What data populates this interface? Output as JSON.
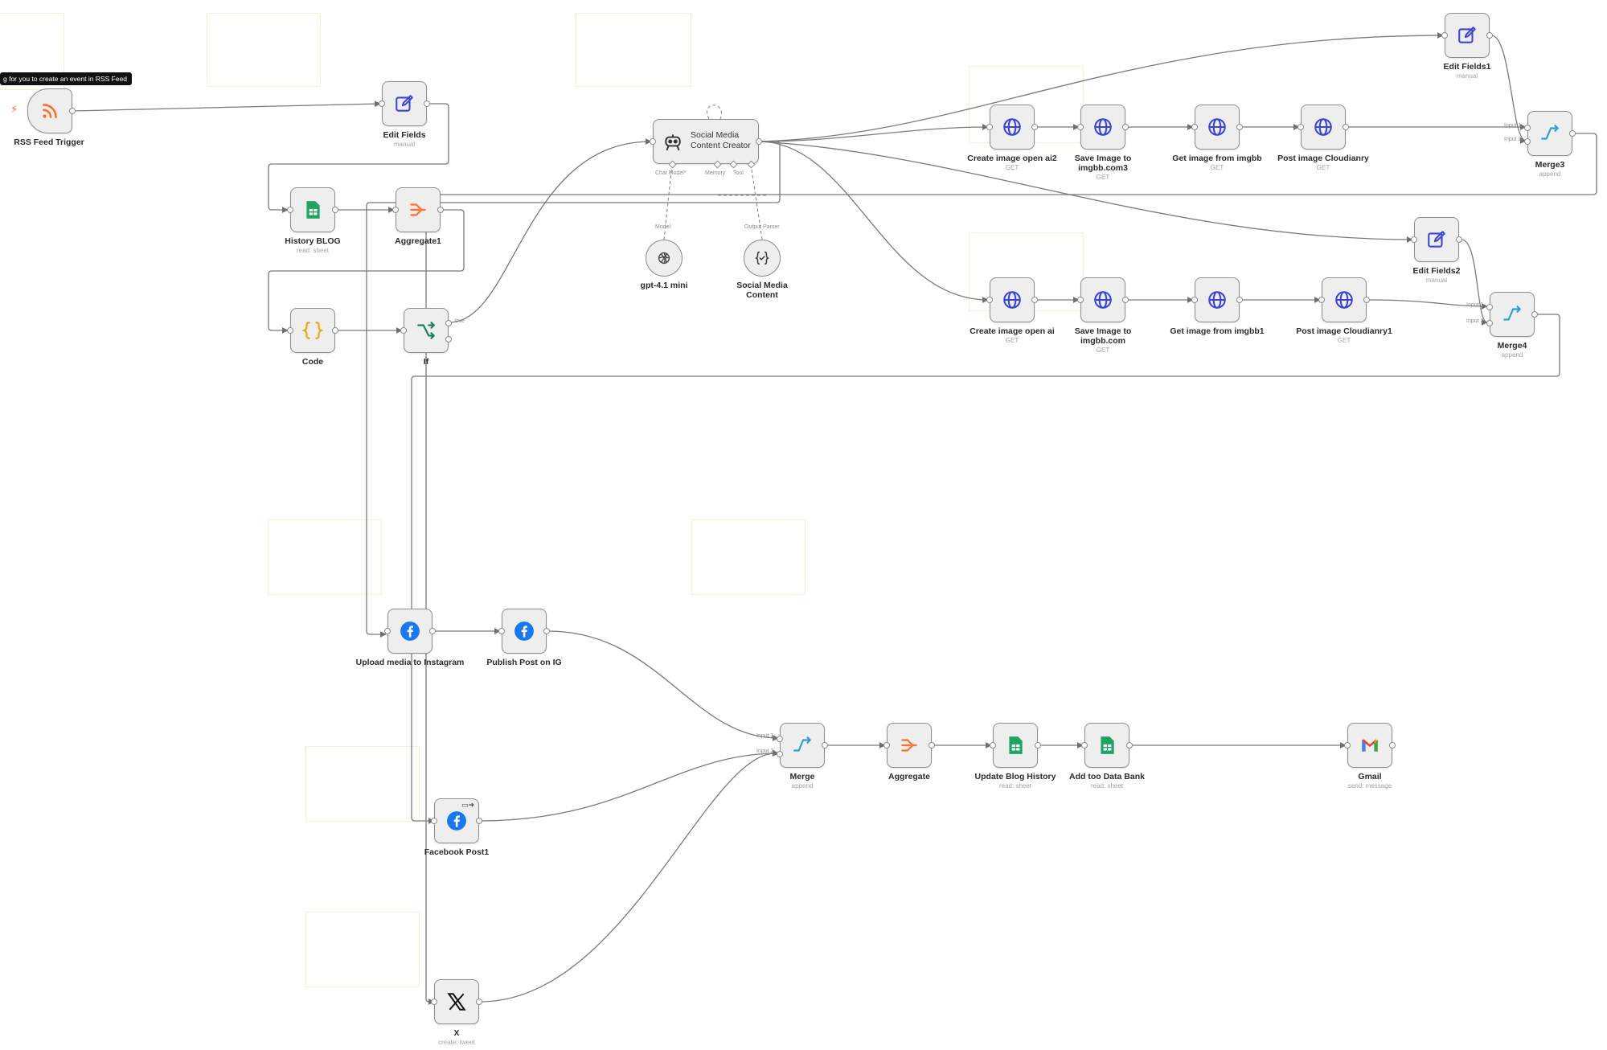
{
  "tooltip": "g for you to create an event in RSS Feed",
  "colors": {
    "rss": "#ff6d2d",
    "form": "#3a44d9",
    "sheet": "#20a464",
    "merge": "#2da0c9",
    "aggregate": "#ff6d2d",
    "code": "#f0a318",
    "if": "#18805a",
    "http": "#3a44d9",
    "facebook": "#1877f2"
  },
  "nodes": {
    "rss_trigger": {
      "label": "RSS Feed Trigger",
      "sub": "",
      "icon": "rss-icon"
    },
    "edit_fields": {
      "label": "Edit Fields",
      "sub": "manual",
      "icon": "pencil-icon"
    },
    "history_blog": {
      "label": "History BLOG",
      "sub": "read: sheet",
      "icon": "sheets-icon"
    },
    "aggregate1": {
      "label": "Aggregate1",
      "sub": "",
      "icon": "aggregate-icon"
    },
    "code": {
      "label": "Code",
      "sub": "",
      "icon": "code-icon"
    },
    "if": {
      "label": "If",
      "sub": "",
      "icon": "if-icon",
      "true_label": "true"
    },
    "agent": {
      "title_line1": "Social Media",
      "title_line2": "Content Creator",
      "icon": "robot-icon",
      "ports": {
        "chat_model": "Chat Model*",
        "memory": "Memory",
        "tool": "Tool",
        "output_parser": "Output Parser"
      }
    },
    "gpt": {
      "label": "gpt-4.1 mini",
      "sub": "",
      "caption": "Model",
      "icon": "openai-icon"
    },
    "parser": {
      "label_line1": "Social Media",
      "label_line2": "Content",
      "caption": "Output Parser",
      "icon": "parser-icon"
    },
    "create_img2": {
      "label": "Create image open ai2",
      "sub": "GET",
      "icon": "globe-icon"
    },
    "save_img3": {
      "label": "Save Image to imgbb.com3",
      "sub": "GET",
      "icon": "globe-icon"
    },
    "get_img": {
      "label": "Get image from imgbb",
      "sub": "GET",
      "icon": "globe-icon"
    },
    "post_cloud": {
      "label": "Post image Cloudianry",
      "sub": "GET",
      "icon": "globe-icon"
    },
    "edit_fields1": {
      "label": "Edit Fields1",
      "sub": "manual",
      "icon": "pencil-icon"
    },
    "merge3": {
      "label": "Merge3",
      "sub": "append",
      "icon": "merge-icon",
      "input1": "Input 1",
      "input2": "Input 2"
    },
    "edit_fields2": {
      "label": "Edit Fields2",
      "sub": "manual",
      "icon": "pencil-icon"
    },
    "create_img": {
      "label": "Create image open ai",
      "sub": "GET",
      "icon": "globe-icon"
    },
    "save_img": {
      "label": "Save Image to imgbb.com",
      "sub": "GET",
      "icon": "globe-icon"
    },
    "get_img1": {
      "label": "Get image from imgbb1",
      "sub": "GET",
      "icon": "globe-icon"
    },
    "post_cloud1": {
      "label": "Post image Cloudianry1",
      "sub": "GET",
      "icon": "globe-icon"
    },
    "merge4": {
      "label": "Merge4",
      "sub": "append",
      "icon": "merge-icon",
      "input1": "Input 1",
      "input2": "Input 2"
    },
    "upload_ig": {
      "label": "Upload media to Instagram",
      "sub": "",
      "icon": "facebook-icon"
    },
    "publish_ig": {
      "label": "Publish Post on IG",
      "sub": "",
      "icon": "facebook-icon"
    },
    "facebook_post1": {
      "label": "Facebook Post1",
      "sub": "",
      "icon": "facebook-icon"
    },
    "x": {
      "label": "X",
      "sub": "create: tweet",
      "icon": "x-icon"
    },
    "merge": {
      "label": "Merge",
      "sub": "append",
      "icon": "merge-icon",
      "input1": "Input 1",
      "input2": "Input 2"
    },
    "aggregate": {
      "label": "Aggregate",
      "sub": "",
      "icon": "aggregate-icon"
    },
    "update_blog": {
      "label": "Update Blog History",
      "sub": "read: sheet",
      "icon": "sheets-icon"
    },
    "add_data_bank": {
      "label": "Add too Data Bank",
      "sub": "read: sheet",
      "icon": "sheets-icon"
    },
    "gmail": {
      "label": "Gmail",
      "sub": "send: message",
      "icon": "gmail-icon"
    }
  }
}
